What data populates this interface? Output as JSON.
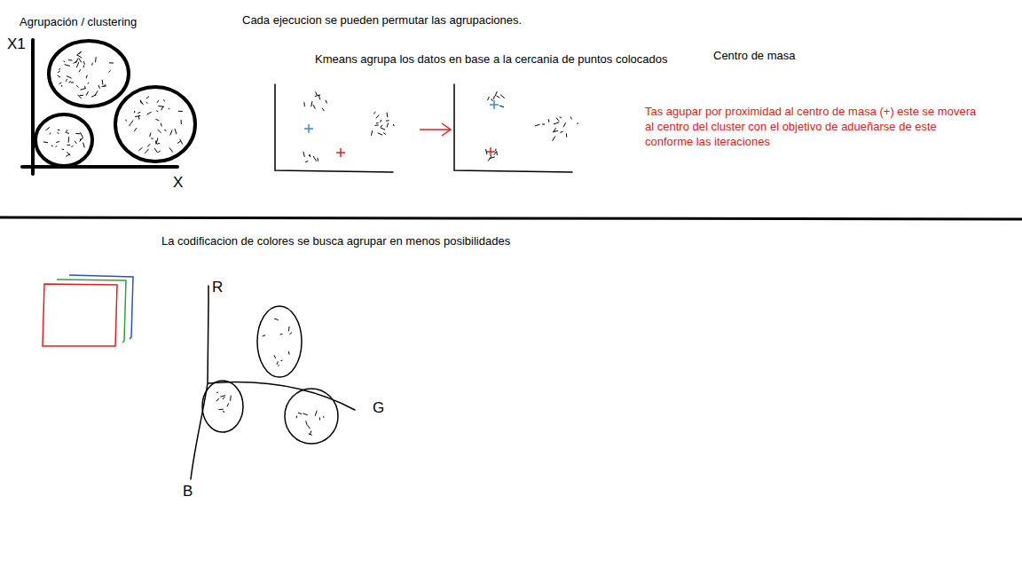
{
  "diagram": {
    "title": "Agrupación / clustering",
    "labels": [
      "Cada ejecucion se pueden permutar las agrupaciones.",
      "Kmeans agrupa los datos en base a la cercania de puntos colocados",
      "Centro de masa",
      "Tas agupar por proximidad al centro de masa (+) este se movera al centro del cluster con el objetivo de adueñarse de este conforme las iteraciones",
      "La codificacion de colores se busca agrupar en menos posibilidades",
      "X1",
      "X",
      "R",
      "G",
      "B"
    ]
  }
}
